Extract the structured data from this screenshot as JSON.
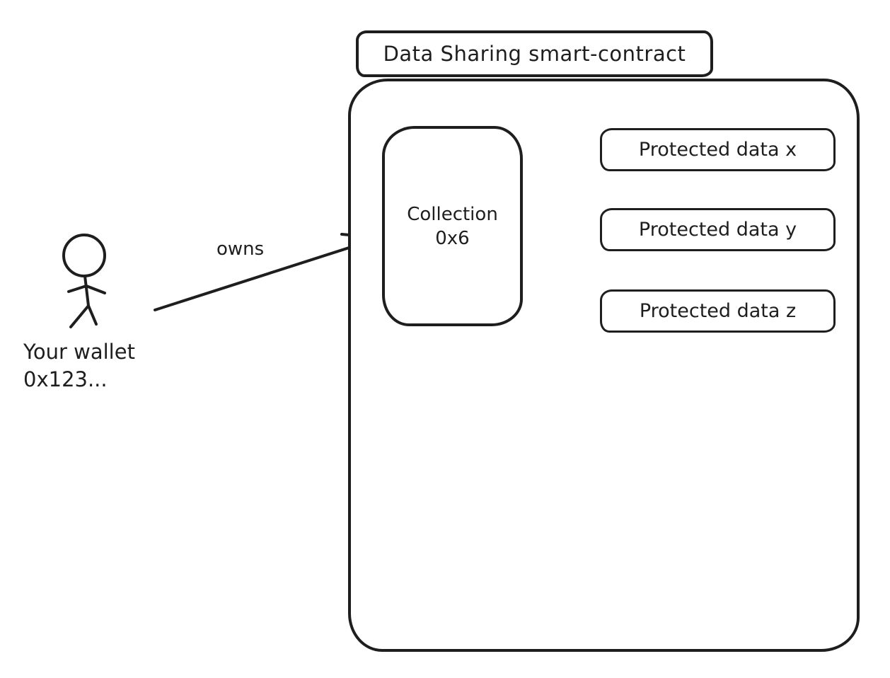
{
  "canvas": {
    "background_color": "#ffffff",
    "ink_color": "#1e1e1e"
  },
  "smart_contract": {
    "title": "Data Sharing smart-contract",
    "collection": {
      "name": "Collection",
      "address": "0x6"
    },
    "protected_data": [
      {
        "label": "Protected data x"
      },
      {
        "label": "Protected data y"
      },
      {
        "label": "Protected data z"
      }
    ]
  },
  "wallet": {
    "name": "Your wallet",
    "address": "0x123..."
  },
  "relations": {
    "owns_label": "owns"
  }
}
